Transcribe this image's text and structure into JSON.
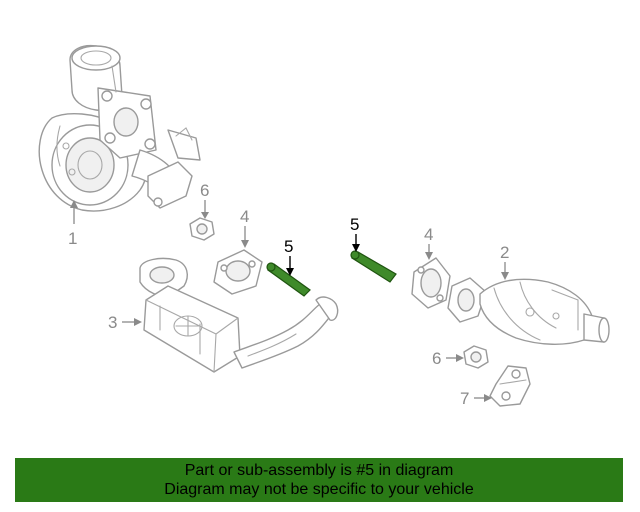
{
  "diagram": {
    "callouts": {
      "turbo": "1",
      "catalyst": "2",
      "egr_cooler": "3",
      "gasket_left": "4",
      "gasket_right": "4",
      "tube_left": "5",
      "tube_right": "5",
      "nut_top": "6",
      "nut_bottom": "6",
      "bracket": "7"
    },
    "highlight_color": "#3f8a2a"
  },
  "banner": {
    "line1": "Part or sub-assembly is #5 in diagram",
    "line2": "Diagram may not be specific to your vehicle",
    "background": "#2a7a16"
  }
}
